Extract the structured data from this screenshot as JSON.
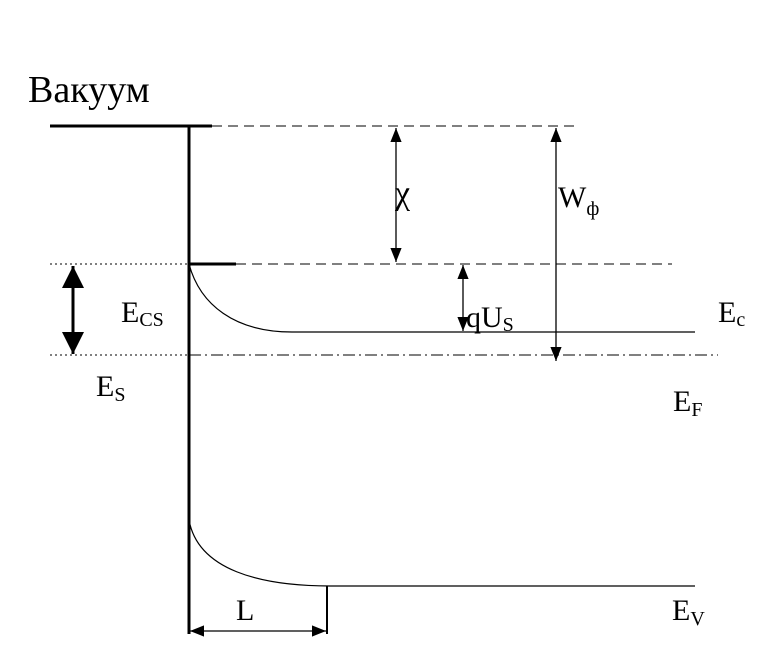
{
  "diagram": {
    "vacuum_label": "Вакуум",
    "chi_label": "χ",
    "work_function": {
      "main": "W",
      "sub": "ф"
    },
    "surface_potential": {
      "main": "qU",
      "sub": "S"
    },
    "surface_conduction": {
      "main": "E",
      "sub": "CS"
    },
    "surface_level": {
      "main": "E",
      "sub": "S"
    },
    "conduction_band": {
      "main": "E",
      "sub": "c"
    },
    "fermi_level": {
      "main": "E",
      "sub": "F"
    },
    "valence_band": {
      "main": "E",
      "sub": "V"
    },
    "depletion_width_label": "L"
  }
}
